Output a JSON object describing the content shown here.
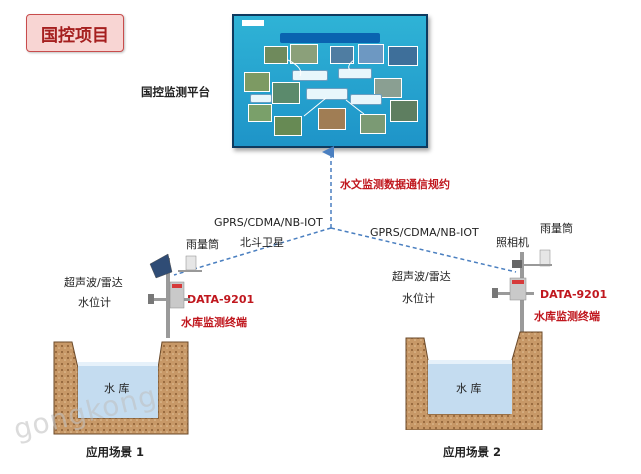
{
  "title": "国控项目",
  "platform": {
    "label": "国控监测平台"
  },
  "protocol": "水文监测数据通信规约",
  "scene1": {
    "network": "GPRS/CDMA/NB-IOT",
    "satellite": "北斗卫星",
    "rain_gauge": "雨量筒",
    "sensor": "超声波/雷达",
    "sensor2": "水位计",
    "device": "DATA-9201",
    "device_desc": "水库监测终端",
    "reservoir": "水 库",
    "caption": "应用场景 1"
  },
  "scene2": {
    "network": "GPRS/CDMA/NB-IOT",
    "camera": "照相机",
    "rain_gauge": "雨量筒",
    "sensor": "超声波/雷达",
    "sensor2": "水位计",
    "device": "DATA-9201",
    "device_desc": "水库监测终端",
    "reservoir": "水 库",
    "caption": "应用场景 2"
  },
  "watermark": "gongkong",
  "colors": {
    "accent_red": "#c0171e",
    "line_blue": "#4a7fc0",
    "platform_blue": "#1e94c8",
    "soil": "#c49464",
    "water": "#bcd8ee"
  }
}
